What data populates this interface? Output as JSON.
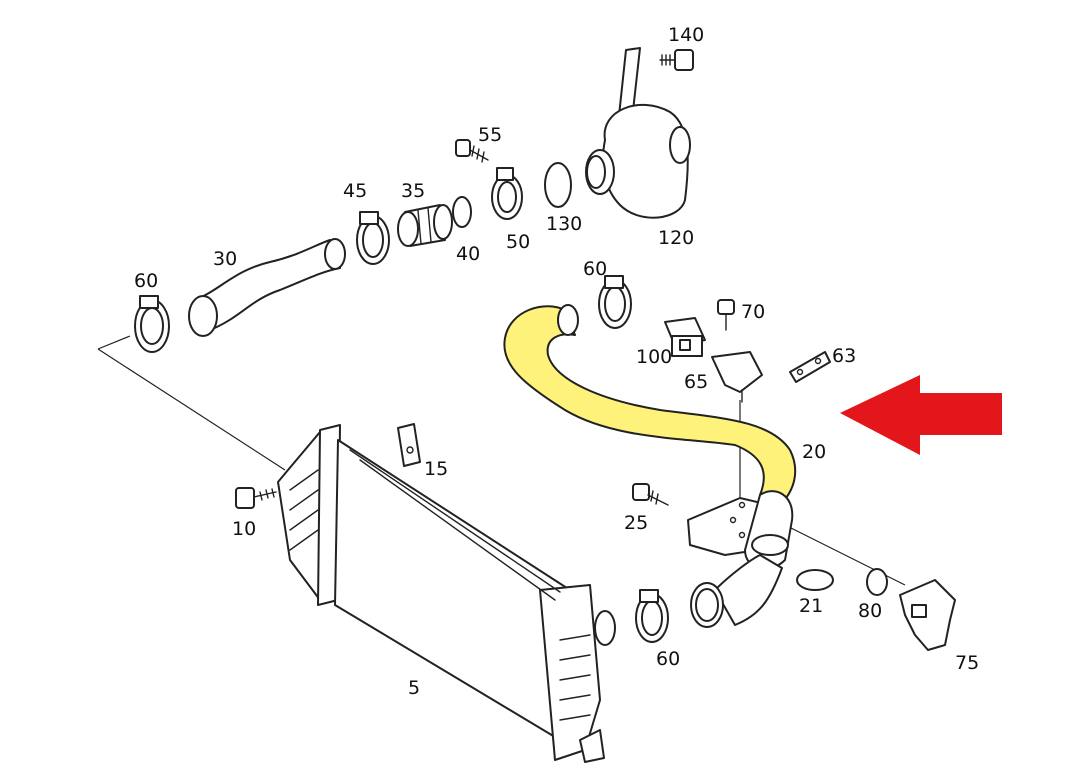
{
  "colors": {
    "highlight": "#fff27a",
    "arrow": "#e3161c",
    "line": "#222222"
  },
  "labels": {
    "p140": "140",
    "p55": "55",
    "p45": "45",
    "p35": "35",
    "p40": "40",
    "p50": "50",
    "p130": "130",
    "p120": "120",
    "p30": "30",
    "p60a": "60",
    "p60b": "60",
    "p60c": "60",
    "p70": "70",
    "p100": "100",
    "p65": "65",
    "p63": "63",
    "p20": "20",
    "p15": "15",
    "p10": "10",
    "p25": "25",
    "p21": "21",
    "p80": "80",
    "p75": "75",
    "p5": "5"
  }
}
